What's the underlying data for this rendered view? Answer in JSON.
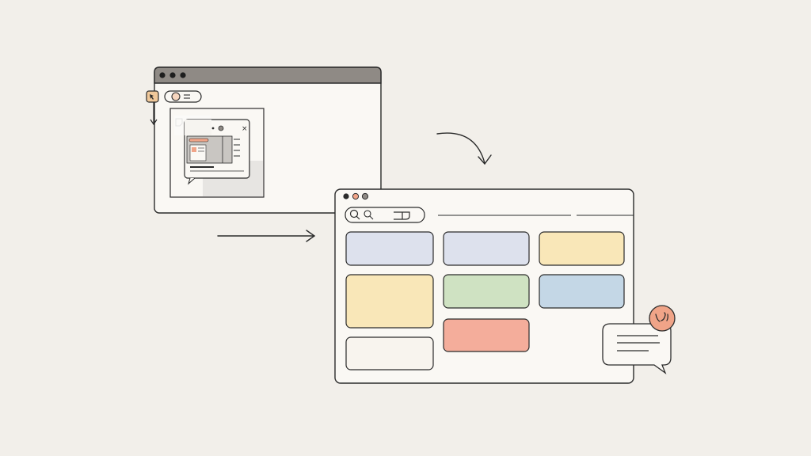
{
  "canvas": {
    "background": "#f2efea"
  },
  "colors": {
    "stroke": "#2b2b2b",
    "window_fill": "#faf8f4",
    "titlebar_gray": "#8f8a85",
    "accent_orange": "#f0a488",
    "accent_light_orange": "#f6d6bf",
    "tile_lavender": "#dde1ed",
    "tile_yellow": "#f9e7b8",
    "tile_green": "#cfe2c2",
    "tile_blue": "#c4d7e6",
    "tile_salmon": "#f4ad9b",
    "tile_cream": "#f8f4ee",
    "screenshot_bg": "#ebe9e6"
  },
  "source_window": {
    "traffic_dots": [
      "dark",
      "dark",
      "dark"
    ],
    "toolbar_icons": [
      "cursor-icon",
      "toggle-icon"
    ],
    "screenshot_thumbnail": {
      "inner_dialog_close_glyph": "×"
    }
  },
  "target_window": {
    "traffic_dots": [
      "dark",
      "salmon",
      "gray"
    ],
    "search_icons": [
      "search-icon",
      "search-icon"
    ],
    "tiles": [
      {
        "name": "tile-lavender-1",
        "color": "tile_lavender"
      },
      {
        "name": "tile-lavender-2",
        "color": "tile_lavender"
      },
      {
        "name": "tile-yellow-1",
        "color": "tile_yellow"
      },
      {
        "name": "tile-yellow-large",
        "color": "tile_yellow"
      },
      {
        "name": "tile-green",
        "color": "tile_green"
      },
      {
        "name": "tile-blue",
        "color": "tile_blue"
      },
      {
        "name": "tile-salmon",
        "color": "tile_salmon"
      },
      {
        "name": "tile-cream",
        "color": "tile_cream"
      }
    ]
  },
  "chat_bubble": {
    "avatar_glyph": "ᵛᶸ",
    "lines": 3
  },
  "arrows": [
    "curved-arrow",
    "straight-arrow"
  ]
}
